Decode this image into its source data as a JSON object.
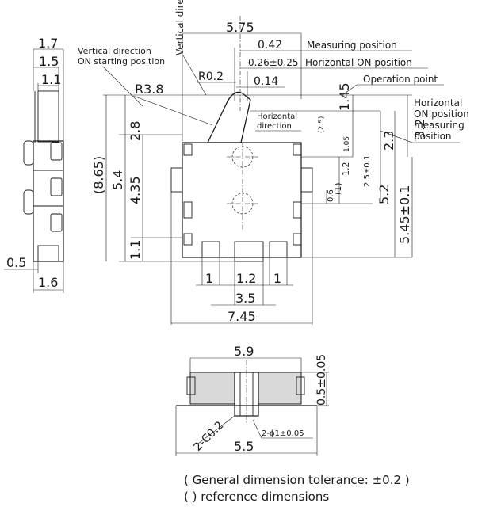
{
  "side_view": {
    "w_1_7": "1.7",
    "w_1_5": "1.5",
    "w_1_1": "1.1",
    "w_0_5": "0.5",
    "w_1_6": "1.6"
  },
  "front_view": {
    "overall_width": "5.75",
    "measuring_offset": "0.42",
    "horizontal_on_offset": "0.26±0.25",
    "offset_0_14": "0.14",
    "radius_small": "R0.2",
    "radius_large": "R3.8",
    "height_1_45": "1.45",
    "height_3_2": "3.2",
    "height_2_3": "2.3",
    "height_2_5_ref": "(2.5)",
    "height_1_05": "1.05",
    "height_1_2": "1.2",
    "height_2_5": "2.5±0.1",
    "height_1_ref": "(1)",
    "height_0_6": "0.6",
    "height_5_2": "5.2",
    "height_5_45": "5.45±0.1",
    "left_8_65": "(8.65)",
    "left_2_8": "2.8",
    "left_5_4": "5.4",
    "left_4_35": "4.35",
    "left_1_1": "1.1",
    "pin_1_left": "1",
    "pin_1_2": "1.2",
    "pin_1_right": "1",
    "pins_3_5": "3.5",
    "body_7_45": "7.45"
  },
  "labels": {
    "vertical_direction": "Vertical direction",
    "vertical_on_start_1": "Vertical direction",
    "vertical_on_start_2": "ON starting position",
    "measuring_position": "Measuring position",
    "horizontal_on_position": "Horizontal ON position",
    "operation_point": "Operation point",
    "horizontal_direction_1": "Horizontal",
    "horizontal_direction_2": "direction",
    "hon_measuring_1": "Horizontal",
    "hon_measuring_2": "ON position",
    "hon_measuring_3": "measuring",
    "hon_measuring_4": "position"
  },
  "bottom_view": {
    "width_5_9": "5.9",
    "height_0_5": "0.5±0.05",
    "chamfer": "2-C0.2",
    "holes": "2-ϕ1±0.05",
    "width_5_5": "5.5"
  },
  "notes": {
    "tolerance": "( General dimension tolerance: ±0.2 )",
    "reference": "(    ) reference dimensions"
  }
}
